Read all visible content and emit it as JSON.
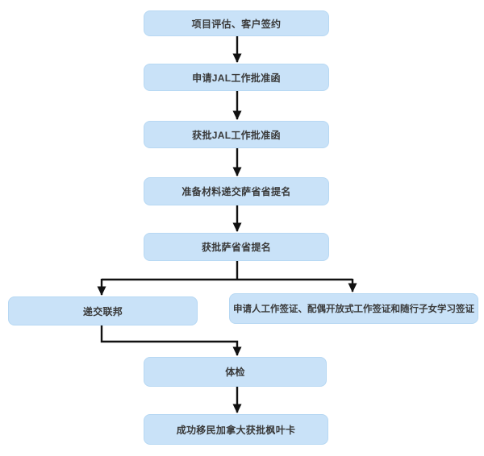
{
  "flowchart": {
    "type": "flowchart",
    "nodes": [
      {
        "id": "project-evaluation-signing",
        "label": "项目评估、客户签约"
      },
      {
        "id": "apply-jal-approval-letter",
        "label": "申请JAL工作批准函"
      },
      {
        "id": "jal-approval-letter-granted",
        "label": "获批JAL工作批准函"
      },
      {
        "id": "prepare-submit-sk-nomination",
        "label": "准备材料递交萨省省提名"
      },
      {
        "id": "sk-nomination-granted",
        "label": "获批萨省省提名"
      },
      {
        "id": "submit-federal",
        "label": "递交联邦"
      },
      {
        "id": "work-study-permits",
        "label": "申请人工作签证、配偶开放式工作签证和随行子女学习签证"
      },
      {
        "id": "medical-exam",
        "label": "体检"
      },
      {
        "id": "pr-maple-leaf-card-granted",
        "label": "成功移民加拿大获批枫叶卡"
      }
    ],
    "edges": [
      {
        "from": "project-evaluation-signing",
        "to": "apply-jal-approval-letter"
      },
      {
        "from": "apply-jal-approval-letter",
        "to": "jal-approval-letter-granted"
      },
      {
        "from": "jal-approval-letter-granted",
        "to": "prepare-submit-sk-nomination"
      },
      {
        "from": "prepare-submit-sk-nomination",
        "to": "sk-nomination-granted"
      },
      {
        "from": "sk-nomination-granted",
        "to": "submit-federal"
      },
      {
        "from": "sk-nomination-granted",
        "to": "work-study-permits"
      },
      {
        "from": "submit-federal",
        "to": "medical-exam"
      },
      {
        "from": "medical-exam",
        "to": "pr-maple-leaf-card-granted"
      }
    ],
    "colors": {
      "node_fill": "#c9e2f8",
      "node_border": "#b7d8f3",
      "node_text": "#3a3a3a",
      "arrow": "#111111",
      "background": "#ffffff"
    }
  }
}
